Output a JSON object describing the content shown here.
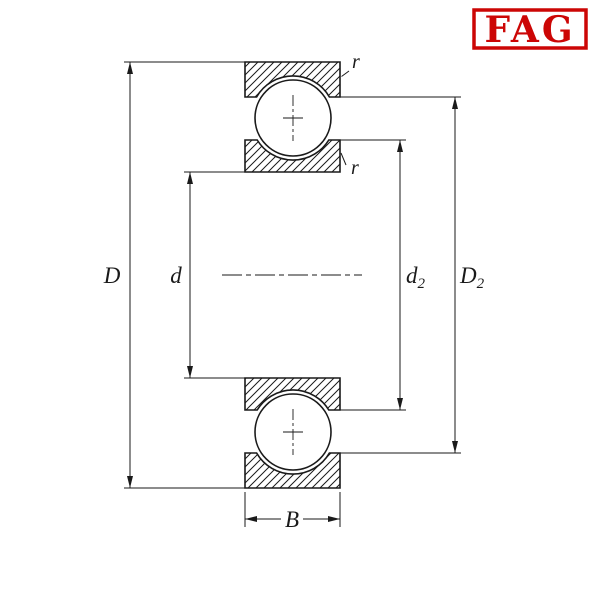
{
  "logo": {
    "text": "FAG",
    "color": "#cc0605"
  },
  "drawing": {
    "line_color": "#1a1a1a",
    "labels": {
      "D": "D",
      "d": "d",
      "d2_base": "d",
      "d2_sub": "2",
      "D2_base": "D",
      "D2_sub": "2",
      "B": "B",
      "r_outer": "r",
      "r_inner": "r"
    }
  }
}
